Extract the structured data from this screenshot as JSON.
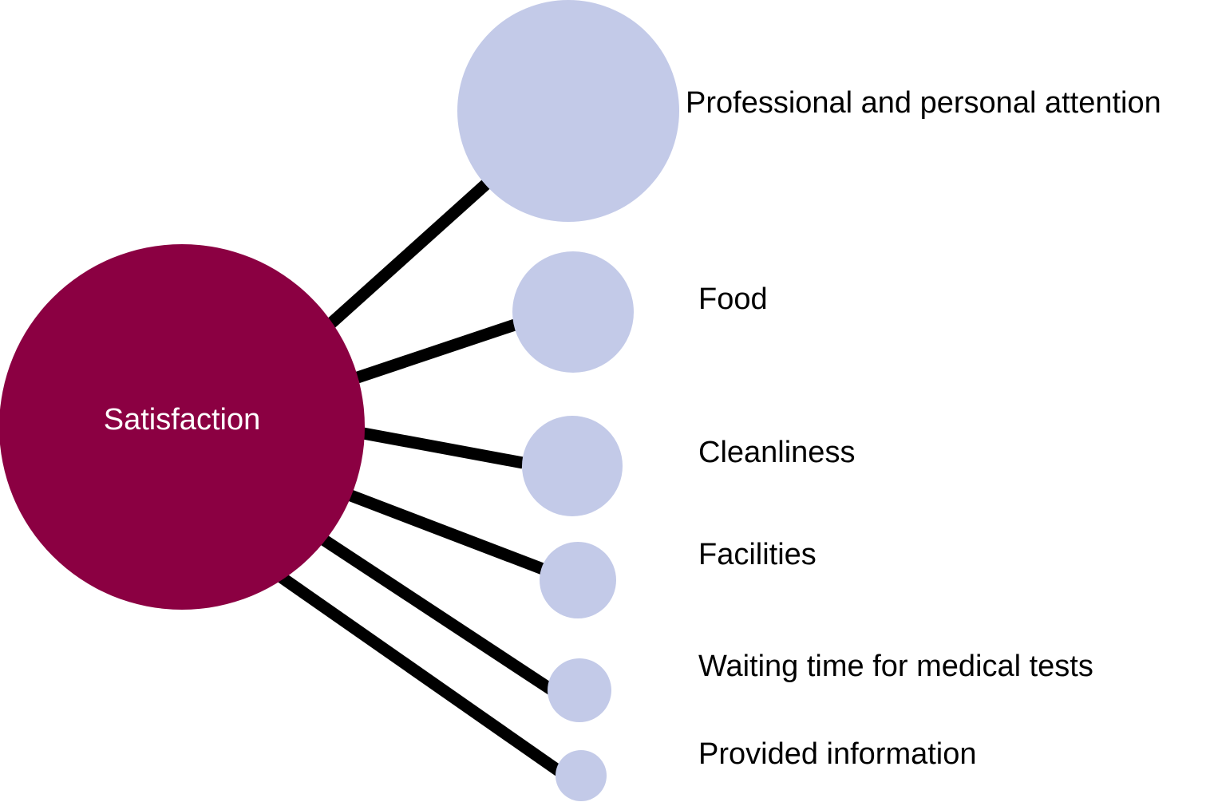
{
  "diagram": {
    "center": {
      "label": "Satisfaction",
      "color": "#8b0042"
    },
    "node_color": "#c3cae8",
    "connector_color": "#000000",
    "factors": [
      {
        "label": "Professional and personal attention"
      },
      {
        "label": "Food"
      },
      {
        "label": "Cleanliness"
      },
      {
        "label": "Facilities"
      },
      {
        "label": "Waiting time for medical tests"
      },
      {
        "label": "Provided information"
      }
    ]
  }
}
